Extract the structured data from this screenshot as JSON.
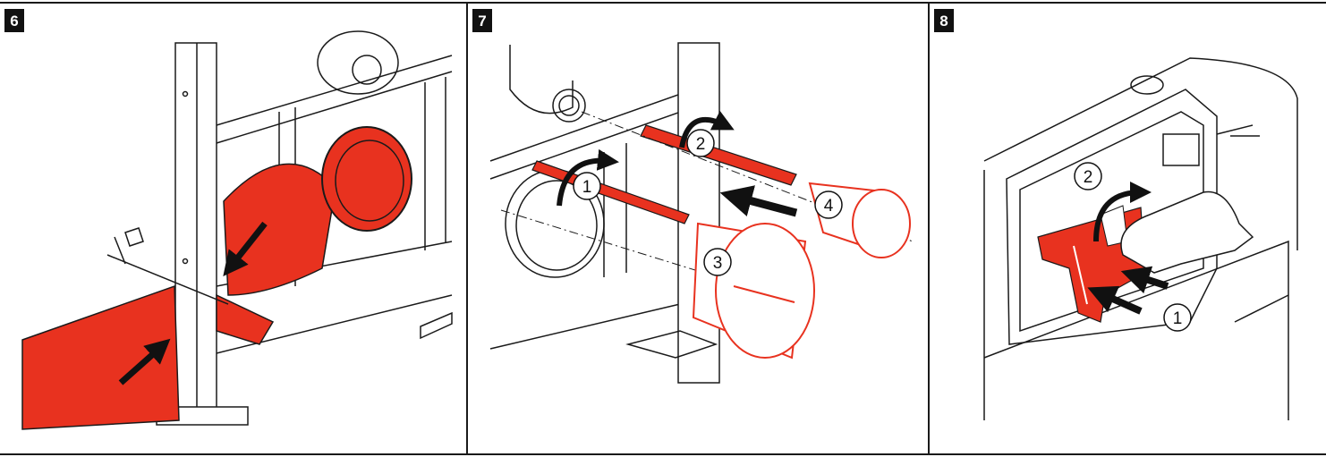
{
  "panels": [
    {
      "step": "6",
      "callouts": []
    },
    {
      "step": "7",
      "callouts": [
        "1",
        "2",
        "3",
        "4"
      ]
    },
    {
      "step": "8",
      "callouts": [
        "1",
        "2"
      ]
    }
  ],
  "colors": {
    "accent_red": "#e8321f",
    "line": "#1a1a1a",
    "badge_bg": "#111111",
    "frame_fill": "#ffffff"
  },
  "icons": [
    "arrow-icon",
    "rotate-arrow-icon",
    "hand-icon"
  ]
}
